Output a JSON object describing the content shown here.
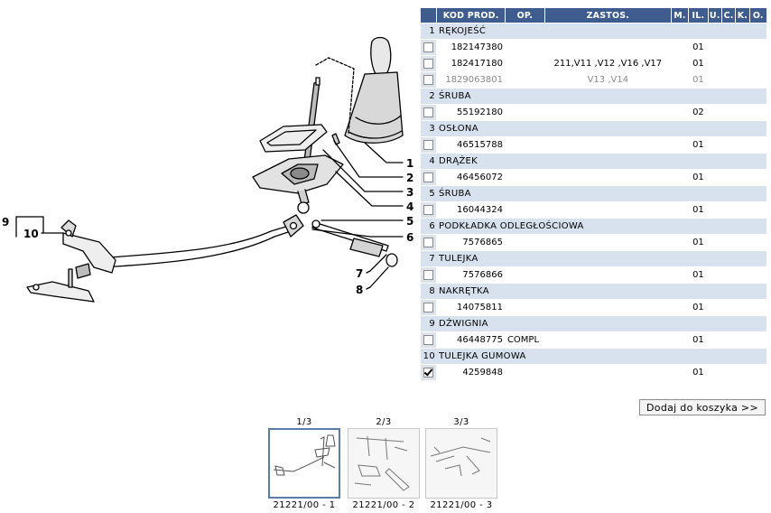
{
  "table": {
    "headers": [
      "",
      "KOD PROD.",
      "OP.",
      "ZASTOS.",
      "M.",
      "IL.",
      "U.",
      "C.",
      "K.",
      "O."
    ],
    "groups": [
      {
        "num": "1",
        "name": "RĘKOJEŚĆ",
        "items": [
          {
            "code": "182147380",
            "op": "",
            "zastos": "",
            "il": "01",
            "checked": false,
            "inactive": false
          },
          {
            "code": "182417180",
            "op": "",
            "zastos": "211,V11 ,V12 ,V16 ,V17",
            "il": "01",
            "checked": false,
            "inactive": false
          },
          {
            "code": "1829063801",
            "op": "",
            "zastos": "V13 ,V14",
            "il": "01",
            "checked": false,
            "inactive": true
          }
        ]
      },
      {
        "num": "2",
        "name": "ŚRUBA",
        "items": [
          {
            "code": "55192180",
            "op": "",
            "zastos": "",
            "il": "02",
            "checked": false,
            "inactive": false
          }
        ]
      },
      {
        "num": "3",
        "name": "OSŁONA",
        "items": [
          {
            "code": "46515788",
            "op": "",
            "zastos": "",
            "il": "01",
            "checked": false,
            "inactive": false
          }
        ]
      },
      {
        "num": "4",
        "name": "DRĄŻEK",
        "items": [
          {
            "code": "46456072",
            "op": "",
            "zastos": "",
            "il": "01",
            "checked": false,
            "inactive": false
          }
        ]
      },
      {
        "num": "5",
        "name": "ŚRUBA",
        "items": [
          {
            "code": "16044324",
            "op": "",
            "zastos": "",
            "il": "01",
            "checked": false,
            "inactive": false
          }
        ]
      },
      {
        "num": "6",
        "name": "PODKŁADKA ODLEGŁOŚCIOWA",
        "items": [
          {
            "code": "7576865",
            "op": "",
            "zastos": "",
            "il": "01",
            "checked": false,
            "inactive": false
          }
        ]
      },
      {
        "num": "7",
        "name": "TULEJKA",
        "items": [
          {
            "code": "7576866",
            "op": "",
            "zastos": "",
            "il": "01",
            "checked": false,
            "inactive": false
          }
        ]
      },
      {
        "num": "8",
        "name": "NAKRĘTKA",
        "items": [
          {
            "code": "14075811",
            "op": "",
            "zastos": "",
            "il": "01",
            "checked": false,
            "inactive": false
          }
        ]
      },
      {
        "num": "9",
        "name": "DŹWIGNIA",
        "items": [
          {
            "code": "46448775",
            "op": "COMPL",
            "zastos": "",
            "il": "01",
            "checked": false,
            "inactive": false
          }
        ]
      },
      {
        "num": "10",
        "name": "TULEJKA GUMOWA",
        "items": [
          {
            "code": "4259848",
            "op": "",
            "zastos": "",
            "il": "01",
            "checked": true,
            "inactive": false
          }
        ]
      }
    ]
  },
  "diagram": {
    "callouts": [
      "1",
      "2",
      "3",
      "4",
      "5",
      "6",
      "7",
      "8",
      "9",
      "10"
    ]
  },
  "cart_button": "Dodaj do koszyka >>",
  "thumbnails": [
    {
      "page": "1/3",
      "caption": "21221/00 - 1",
      "active": true
    },
    {
      "page": "2/3",
      "caption": "21221/00 - 2",
      "active": false
    },
    {
      "page": "3/3",
      "caption": "21221/00 - 3",
      "active": false
    }
  ]
}
